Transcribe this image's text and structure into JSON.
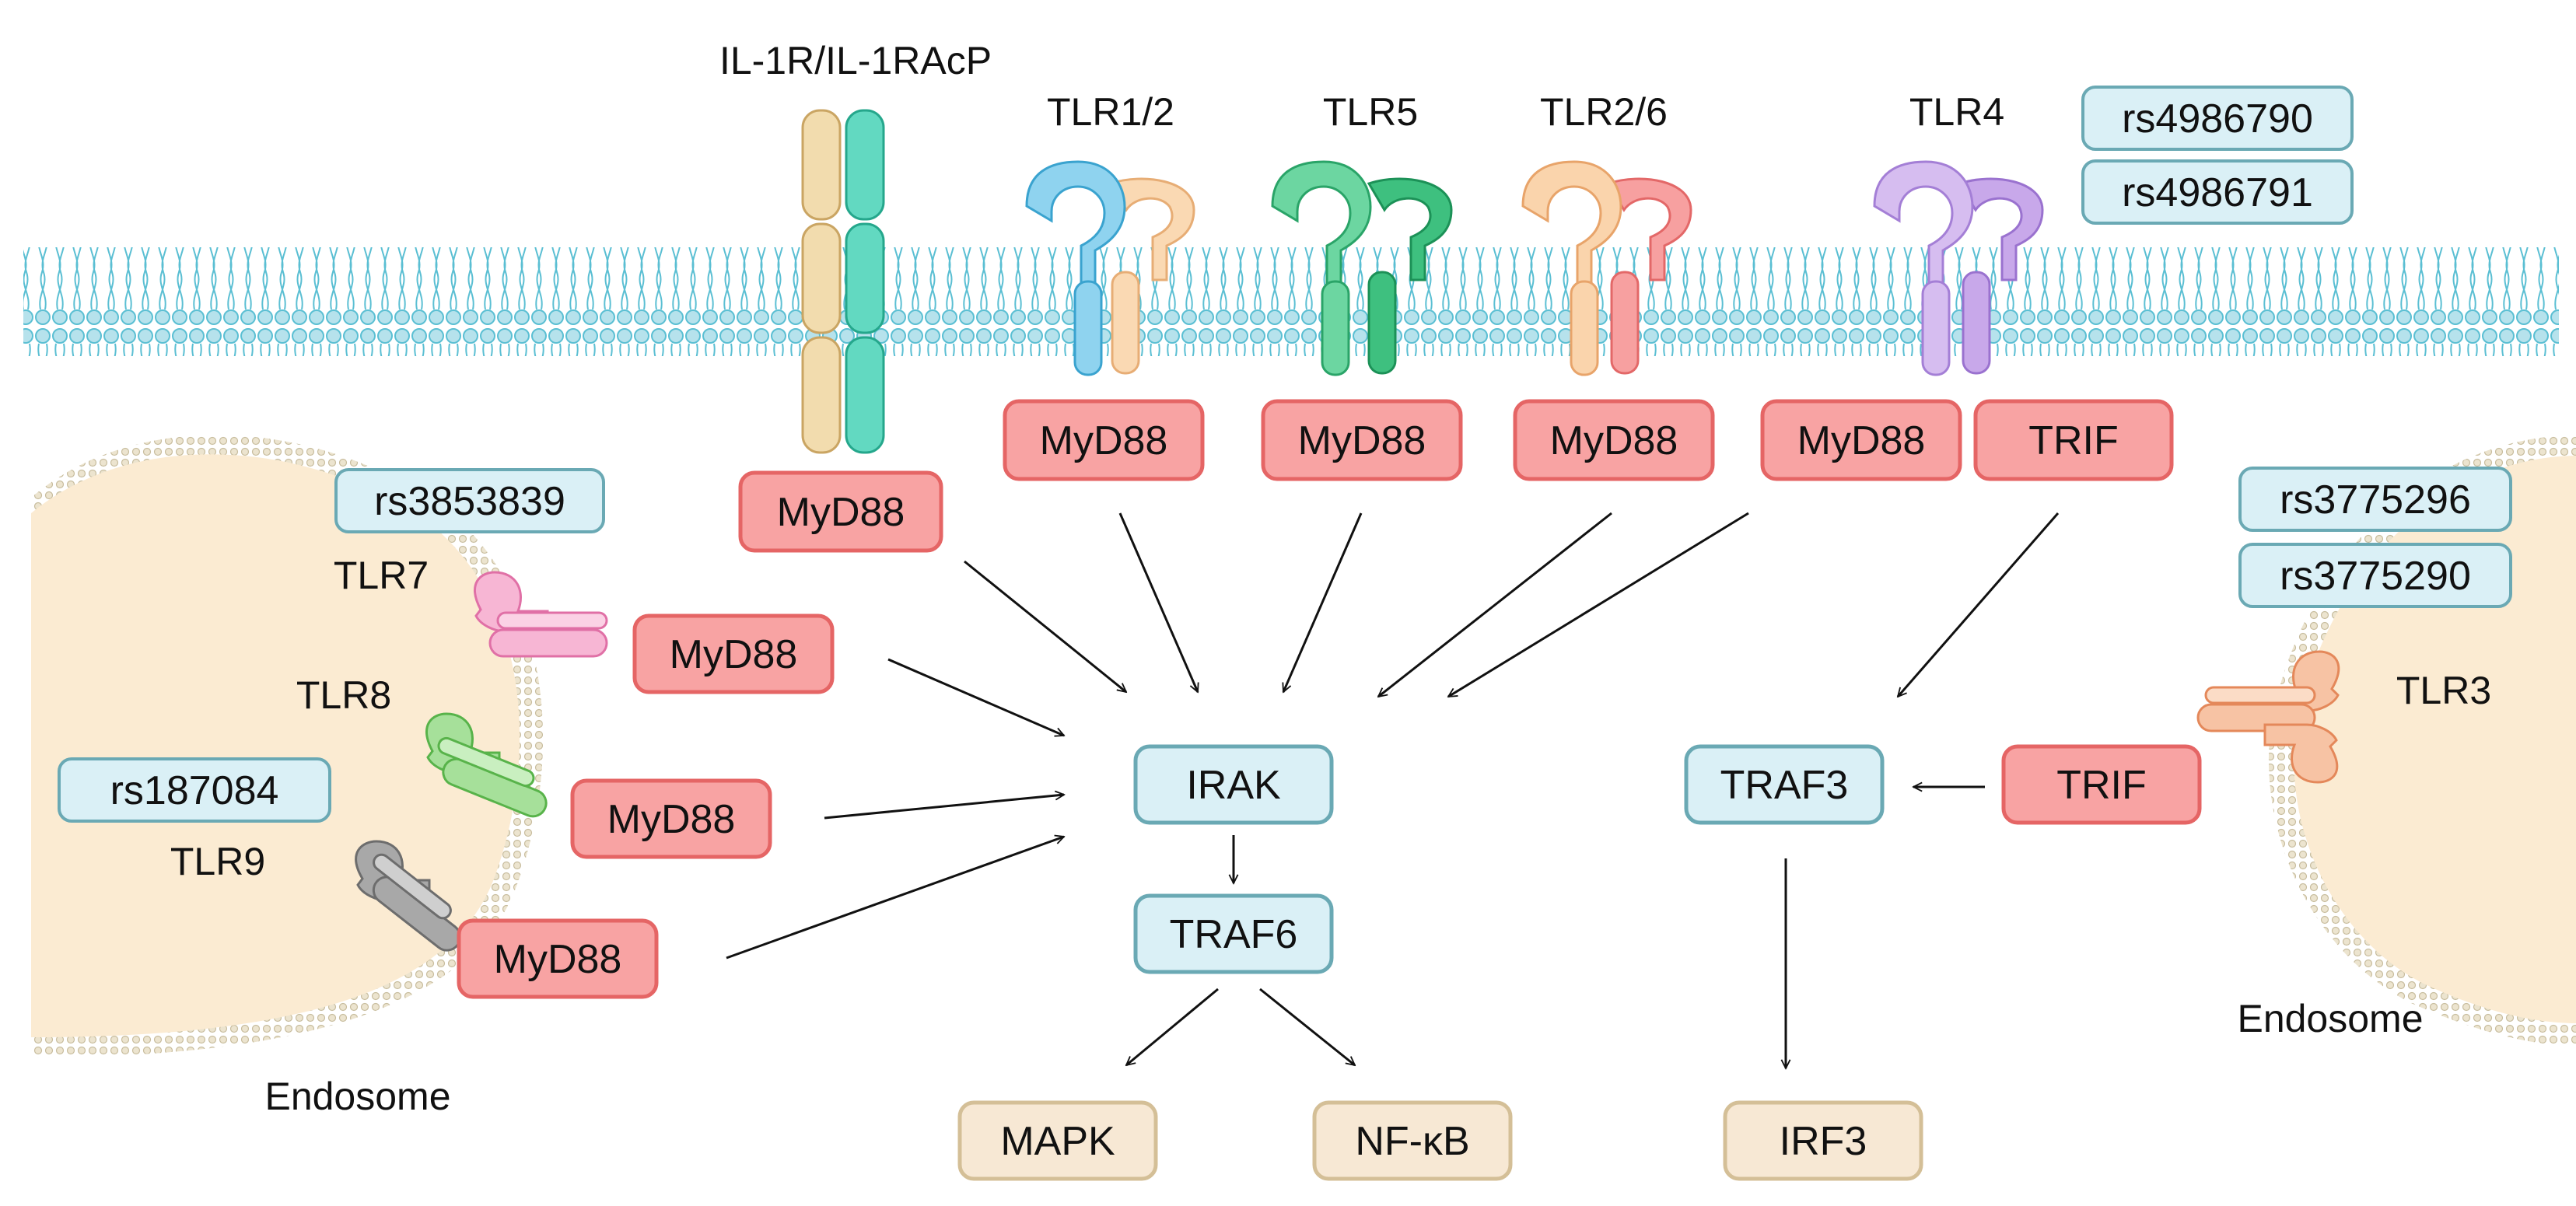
{
  "colors": {
    "membrane": "#5bbfd3",
    "adaptor_fill": "#f8a3a3",
    "adaptor_stroke": "#e56565",
    "node_fill": "#daf0f6",
    "node_stroke": "#6aa9b4",
    "output_fill": "#f7e8d4",
    "output_stroke": "#d4bf97",
    "endosome_fill": "#fbebd2",
    "arrow": "#111111"
  },
  "receptors": {
    "il1r": "IL-1R/IL-1RAcP",
    "tlr12": "TLR1/2",
    "tlr5": "TLR5",
    "tlr26": "TLR2/6",
    "tlr4": "TLR4",
    "tlr7": "TLR7",
    "tlr8": "TLR8",
    "tlr9": "TLR9",
    "tlr3": "TLR3"
  },
  "snps": {
    "tlr4_a": "rs4986790",
    "tlr4_b": "rs4986791",
    "tlr7": "rs3853839",
    "tlr9": "rs187084",
    "tlr3_a": "rs3775296",
    "tlr3_b": "rs3775290"
  },
  "adaptors": {
    "il1r": "MyD88",
    "tlr12": "MyD88",
    "tlr5": "MyD88",
    "tlr26": "MyD88",
    "tlr4_myd88": "MyD88",
    "tlr4_trif": "TRIF",
    "tlr7": "MyD88",
    "tlr8": "MyD88",
    "tlr9": "MyD88",
    "tlr3_trif": "TRIF"
  },
  "nodes": {
    "irak": "IRAK",
    "traf6": "TRAF6",
    "traf3": "TRAF3"
  },
  "outputs": {
    "mapk": "MAPK",
    "nfkb": "NF-κB",
    "irf3": "IRF3"
  },
  "compartments": {
    "endosome_left": "Endosome",
    "endosome_right": "Endosome"
  }
}
